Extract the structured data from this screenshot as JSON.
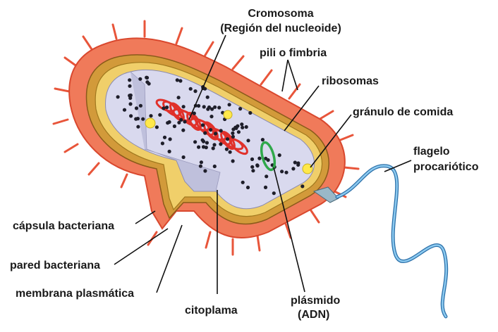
{
  "labels": {
    "cromosoma_1": "Cromosoma",
    "cromosoma_2": "(Región del nucleoide)",
    "pili": "pili o fimbria",
    "ribosomas": "ribosomas",
    "granulo": "gránulo de comida",
    "flagelo_1": "flagelo",
    "flagelo_2": "procariótico",
    "capsula": "cápsula bacteriana",
    "pared": "pared bacteriana",
    "membrana": "membrana plasmática",
    "citoplama": "citoplama",
    "plasmido_1": "plásmido",
    "plasmido_2": "(ADN)"
  },
  "colors": {
    "capsule": "#f07a5a",
    "capsule_edge": "#e0553a",
    "cell_wall": "#c9a640",
    "membrane": "#e8c66a",
    "cytoplasm": "#d9d9ee",
    "chromosome": "#e0302a",
    "plasmid": "#2fa84a",
    "granule": "#ffe84a",
    "ribosome": "#1e1e2a",
    "flagellum": "#5aa9e0"
  }
}
